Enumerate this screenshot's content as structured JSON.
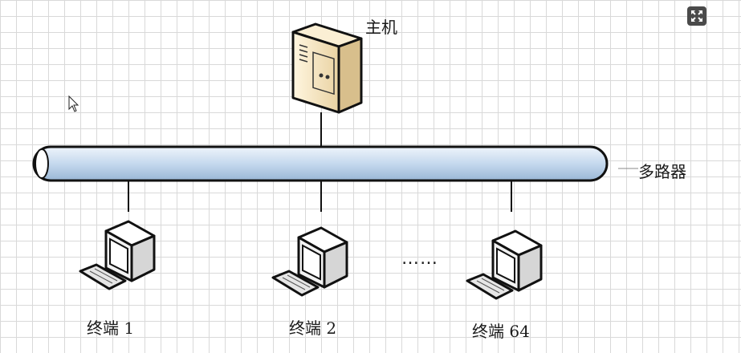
{
  "host": {
    "label": "主机",
    "icon": "server-tower-icon"
  },
  "multiplexer": {
    "label": "多路器"
  },
  "terminals": [
    {
      "label": "终端 1",
      "icon": "computer-terminal-icon"
    },
    {
      "label": "终端 2",
      "icon": "computer-terminal-icon"
    },
    {
      "label": "终端 64",
      "icon": "computer-terminal-icon"
    }
  ],
  "ellipsis": "……",
  "controls": {
    "expand_icon": "expand-icon"
  },
  "colors": {
    "bus_fill": "#c5d9ee",
    "bus_edge": "#111111",
    "server_fill": "#f4e3c0",
    "monitor_fill": "#f2f2f2"
  }
}
